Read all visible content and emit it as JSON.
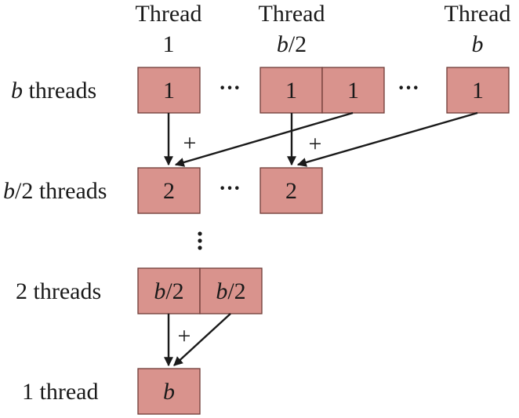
{
  "headers": [
    {
      "word": "Thread",
      "num": "1",
      "num_italic": false
    },
    {
      "word": "Thread",
      "num_b": "b",
      "num_rest": "/2",
      "num_italic": true
    },
    {
      "word": "Thread",
      "num_b": "b",
      "num_rest": "",
      "num_italic": true
    }
  ],
  "rows": [
    {
      "label_b": "b",
      "label_rest": " threads"
    },
    {
      "label_b": "b",
      "label_rest": "/2 threads"
    },
    {
      "label_b": "",
      "label_rest": "2 threads"
    },
    {
      "label_b": "",
      "label_rest": "1 thread"
    }
  ],
  "cells": {
    "r1": [
      "1",
      "1",
      "1",
      "1"
    ],
    "r2": [
      "2",
      "2"
    ],
    "r3": [
      {
        "b": "b",
        "rest": "/2"
      },
      {
        "b": "b",
        "rest": "/2"
      }
    ],
    "r4": [
      {
        "b": "b",
        "rest": ""
      }
    ]
  },
  "symbols": {
    "ellipsis": "···",
    "plus": "+"
  },
  "colors": {
    "cell_fill": "#d9938d",
    "cell_stroke": "#6e3b37",
    "arrow": "#1a1a1a"
  }
}
